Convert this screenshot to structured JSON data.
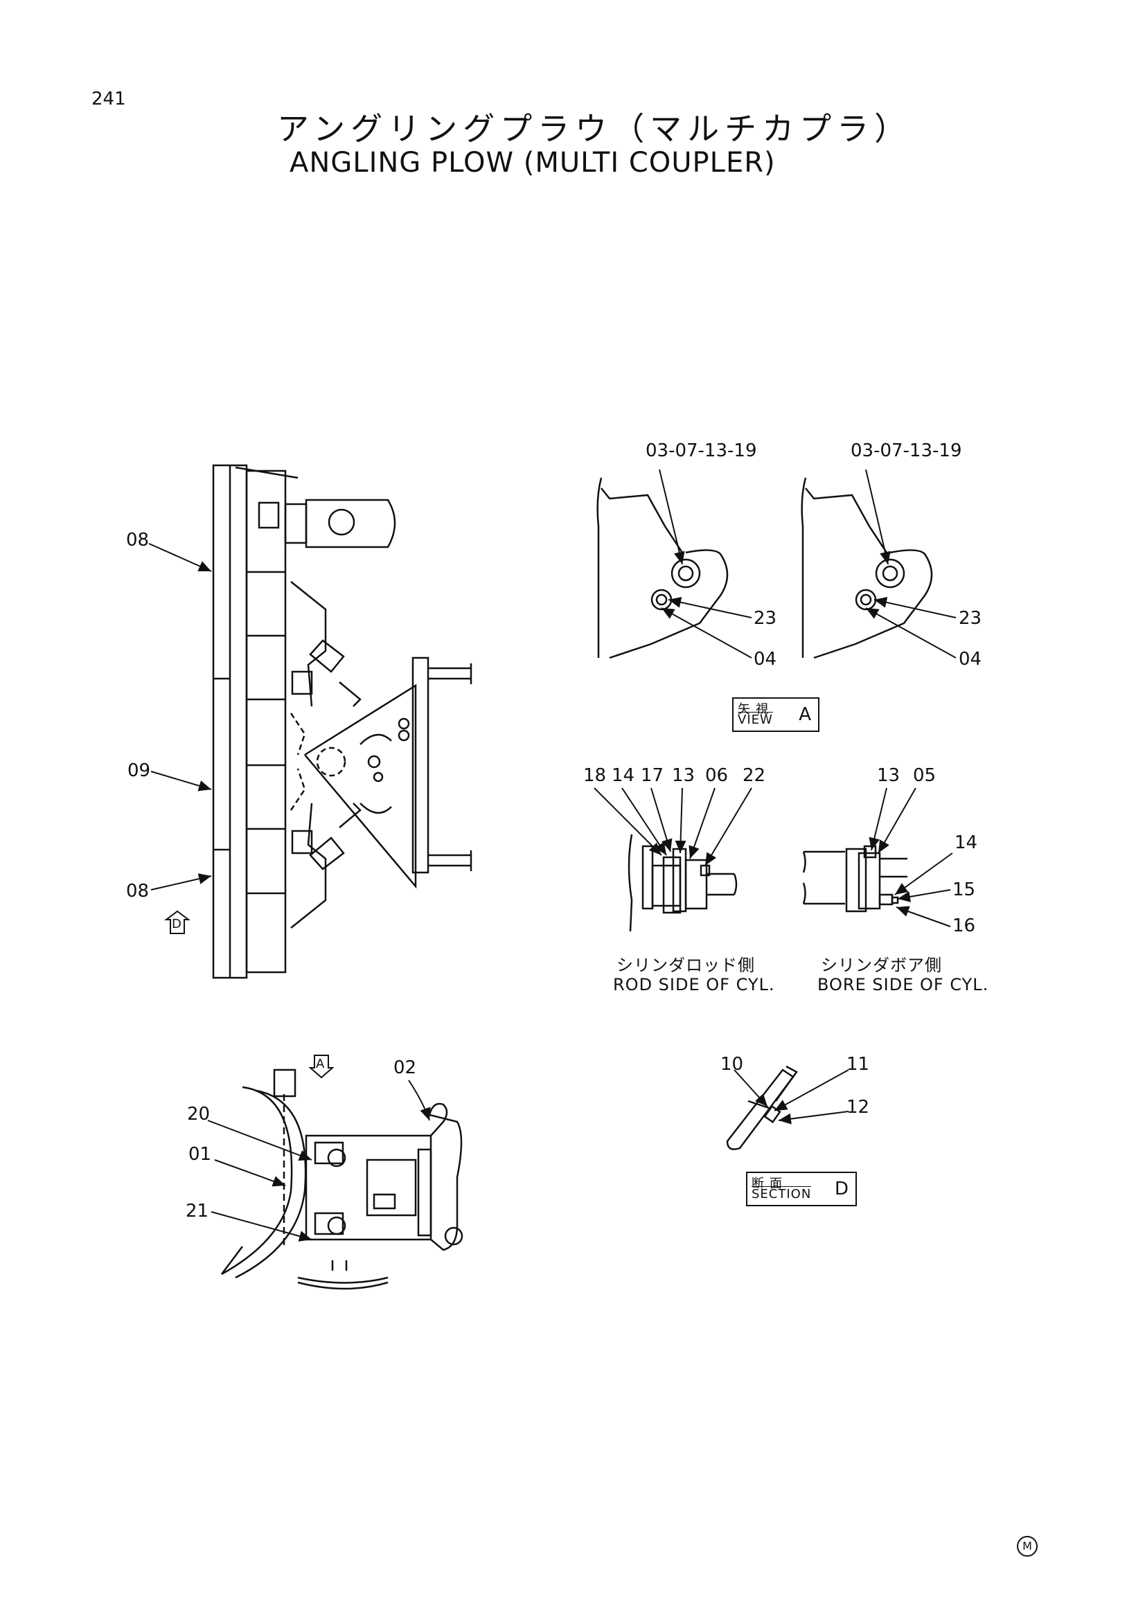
{
  "page_number": "241",
  "title_jp": "アングリングプラウ（マルチカプラ）",
  "title_en": "ANGLING PLOW (MULTI COUPLER)",
  "view_a": {
    "ref_left": "03-07-13-19",
    "ref_right": "03-07-13-19",
    "callouts": [
      "23",
      "04",
      "23",
      "04"
    ],
    "label_box": {
      "jp": "矢視",
      "en": "VIEW",
      "letter": "A"
    }
  },
  "rod_side": {
    "callouts": [
      "18",
      "14",
      "17",
      "13",
      "06",
      "22"
    ],
    "caption_jp": "シリンダロッド側",
    "caption_en": "ROD SIDE OF CYL."
  },
  "bore_side": {
    "callouts": [
      "13",
      "05",
      "14",
      "15",
      "16"
    ],
    "caption_jp": "シリンダボア側",
    "caption_en": "BORE SIDE OF CYL."
  },
  "plan_view": {
    "callouts": [
      "08",
      "09",
      "08"
    ],
    "marker": "D"
  },
  "side_view": {
    "callouts": [
      "20",
      "01",
      "21",
      "02"
    ],
    "marker": "A"
  },
  "section_d": {
    "callouts": [
      "10",
      "11",
      "12"
    ],
    "label_box": {
      "jp": "断面",
      "en": "SECTION",
      "letter": "D"
    }
  },
  "logo_letter": "M"
}
